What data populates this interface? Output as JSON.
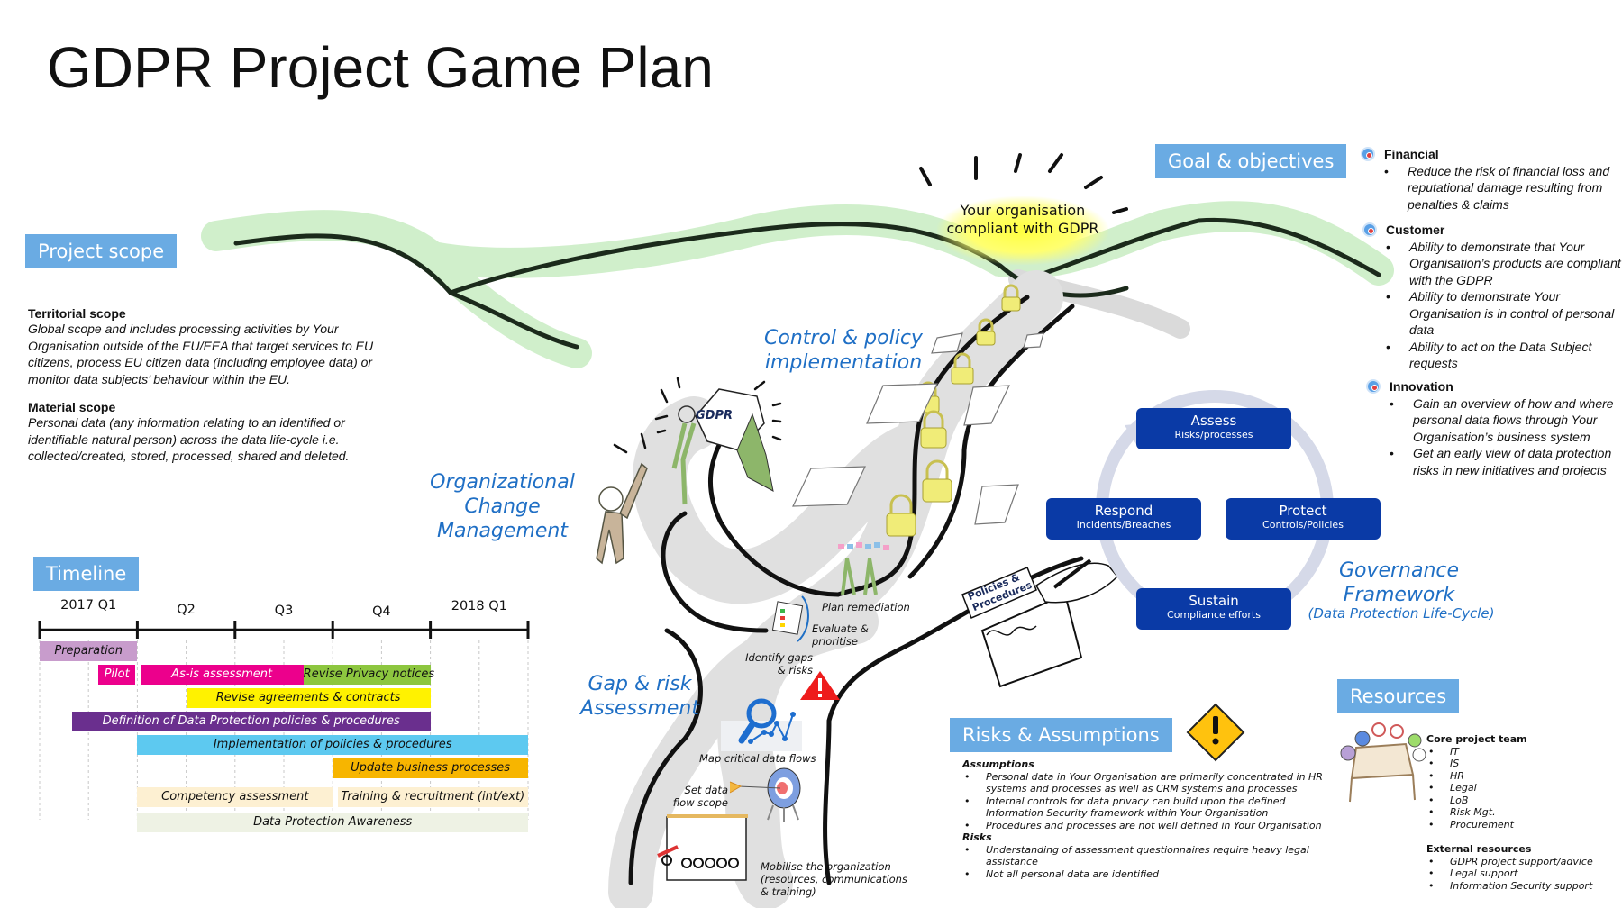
{
  "title": "GDPR Project Game Plan",
  "sections": {
    "project_scope": "Project scope",
    "goal_objectives": "Goal & objectives",
    "timeline": "Timeline",
    "risks_assumptions": "Risks & Assumptions",
    "resources": "Resources"
  },
  "scope": {
    "territorial": {
      "heading": "Territorial scope",
      "text": "Global scope and includes processing activities by Your Organisation outside of the EU/EEA that target services to EU citizens, process EU citizen data (including employee data) or monitor data subjects’ behaviour within the EU."
    },
    "material": {
      "heading": "Material scope",
      "text": "Personal data (any information relating to an identified or identifiable natural person) across the data life-cycle i.e. collected/created, stored, processed, shared and deleted."
    }
  },
  "goal": {
    "summit": "Your organisation compliant with GDPR",
    "objectives": [
      {
        "icon": "target-icon",
        "heading": "Financial",
        "items": [
          "Reduce the risk of financial loss and reputational damage resulting from penalties & claims"
        ]
      },
      {
        "icon": "target-icon",
        "heading": "Customer",
        "items": [
          "Ability to demonstrate that Your Organisation’s products are compliant with the GDPR",
          "Ability to demonstrate Your Organisation is in control of personal data",
          "Ability to act on the Data Subject requests"
        ]
      },
      {
        "icon": "target-icon",
        "heading": "Innovation",
        "items": [
          "Gain an overview of how and where personal data flows through Your Organisation’s business system",
          "Get an early view of data protection risks in new initiatives and projects"
        ]
      }
    ]
  },
  "journey": {
    "phases": {
      "control": "Control & policy implementation",
      "change": "Organizational Change Management",
      "gap": "Gap & risk Assessment"
    },
    "gdpr_sign": "GDPR",
    "policies_sign": "Policies & Procedures",
    "steps": {
      "plan_remediation": "Plan remediation",
      "evaluate": "Evaluate & prioritise",
      "identify": "Identify gaps & risks",
      "map_flows": "Map critical data flows",
      "set_scope": "Set data flow scope",
      "mobilise": "Mobilise the organization (resources, communications & training)"
    }
  },
  "governance": {
    "title": "Governance Framework",
    "subtitle": "(Data Protection Life-Cycle)",
    "stages": [
      {
        "title": "Assess",
        "sub": "Risks/processes"
      },
      {
        "title": "Protect",
        "sub": "Controls/Policies"
      },
      {
        "title": "Sustain",
        "sub": "Compliance efforts"
      },
      {
        "title": "Respond",
        "sub": "Incidents/Breaches"
      }
    ],
    "colors": {
      "box": "#0a3aa6",
      "ring": "#d5d9e8"
    }
  },
  "risks": {
    "assumptions_heading": "Assumptions",
    "assumptions": [
      "Personal data in Your Organisation are primarily concentrated in HR systems and processes as well as CRM systems and processes",
      "Internal controls for data privacy can build upon the defined Information Security framework within Your Organisation",
      "Procedures and processes are not well defined in Your Organisation"
    ],
    "risks_heading": "Risks",
    "risks": [
      "Understanding of assessment questionnaires require heavy legal assistance",
      "Not all personal data are identified"
    ]
  },
  "resources": {
    "core_heading": "Core project team",
    "core": [
      "IT",
      "IS",
      "HR",
      "Legal",
      "LoB",
      "Risk Mgt.",
      "Procurement"
    ],
    "external_heading": "External resources",
    "external": [
      "GDPR project support/advice",
      "Legal support",
      "Information Security support"
    ]
  },
  "chart_data": {
    "type": "gantt",
    "title": "Timeline",
    "periods": [
      "2017 Q1",
      "Q2",
      "Q3",
      "Q4",
      "2018 Q1"
    ],
    "x_range_quarters": [
      0,
      5
    ],
    "tasks": [
      {
        "label": "Preparation",
        "start": 0.0,
        "end": 1.0,
        "color": "#c89ccc",
        "text_color": "#111111"
      },
      {
        "label": "Pilot",
        "start": 0.6,
        "end": 0.98,
        "color": "#ec008c",
        "text_color": "#ffffff"
      },
      {
        "label": "As-is assessment",
        "start": 1.03,
        "end": 2.7,
        "color": "#ec008c",
        "text_color": "#ffffff"
      },
      {
        "label": "Revise Privacy notices",
        "start": 2.7,
        "end": 4.0,
        "color": "#8dc63f",
        "text_color": "#111111"
      },
      {
        "label": "Revise agreements & contracts",
        "start": 1.5,
        "end": 4.0,
        "color": "#fff200",
        "text_color": "#111111"
      },
      {
        "label": "Definition of Data Protection policies & procedures",
        "start": 0.33,
        "end": 4.0,
        "color": "#6a2f8e",
        "text_color": "#ffffff"
      },
      {
        "label": "Implementation of policies & procedures",
        "start": 1.0,
        "end": 5.0,
        "color": "#5dc9f0",
        "text_color": "#111111"
      },
      {
        "label": "Update business processes",
        "start": 3.0,
        "end": 5.0,
        "color": "#f7b500",
        "text_color": "#111111"
      },
      {
        "label": "Competency assessment",
        "start": 1.0,
        "end": 3.0,
        "color": "#fdf0d2",
        "text_color": "#111111"
      },
      {
        "label": "Training & recruitment (int/ext)",
        "start": 3.05,
        "end": 5.0,
        "color": "#fdf0d2",
        "text_color": "#111111"
      },
      {
        "label": "Data Protection Awareness",
        "start": 1.0,
        "end": 5.0,
        "color": "#eef2e4",
        "text_color": "#111111"
      }
    ]
  }
}
